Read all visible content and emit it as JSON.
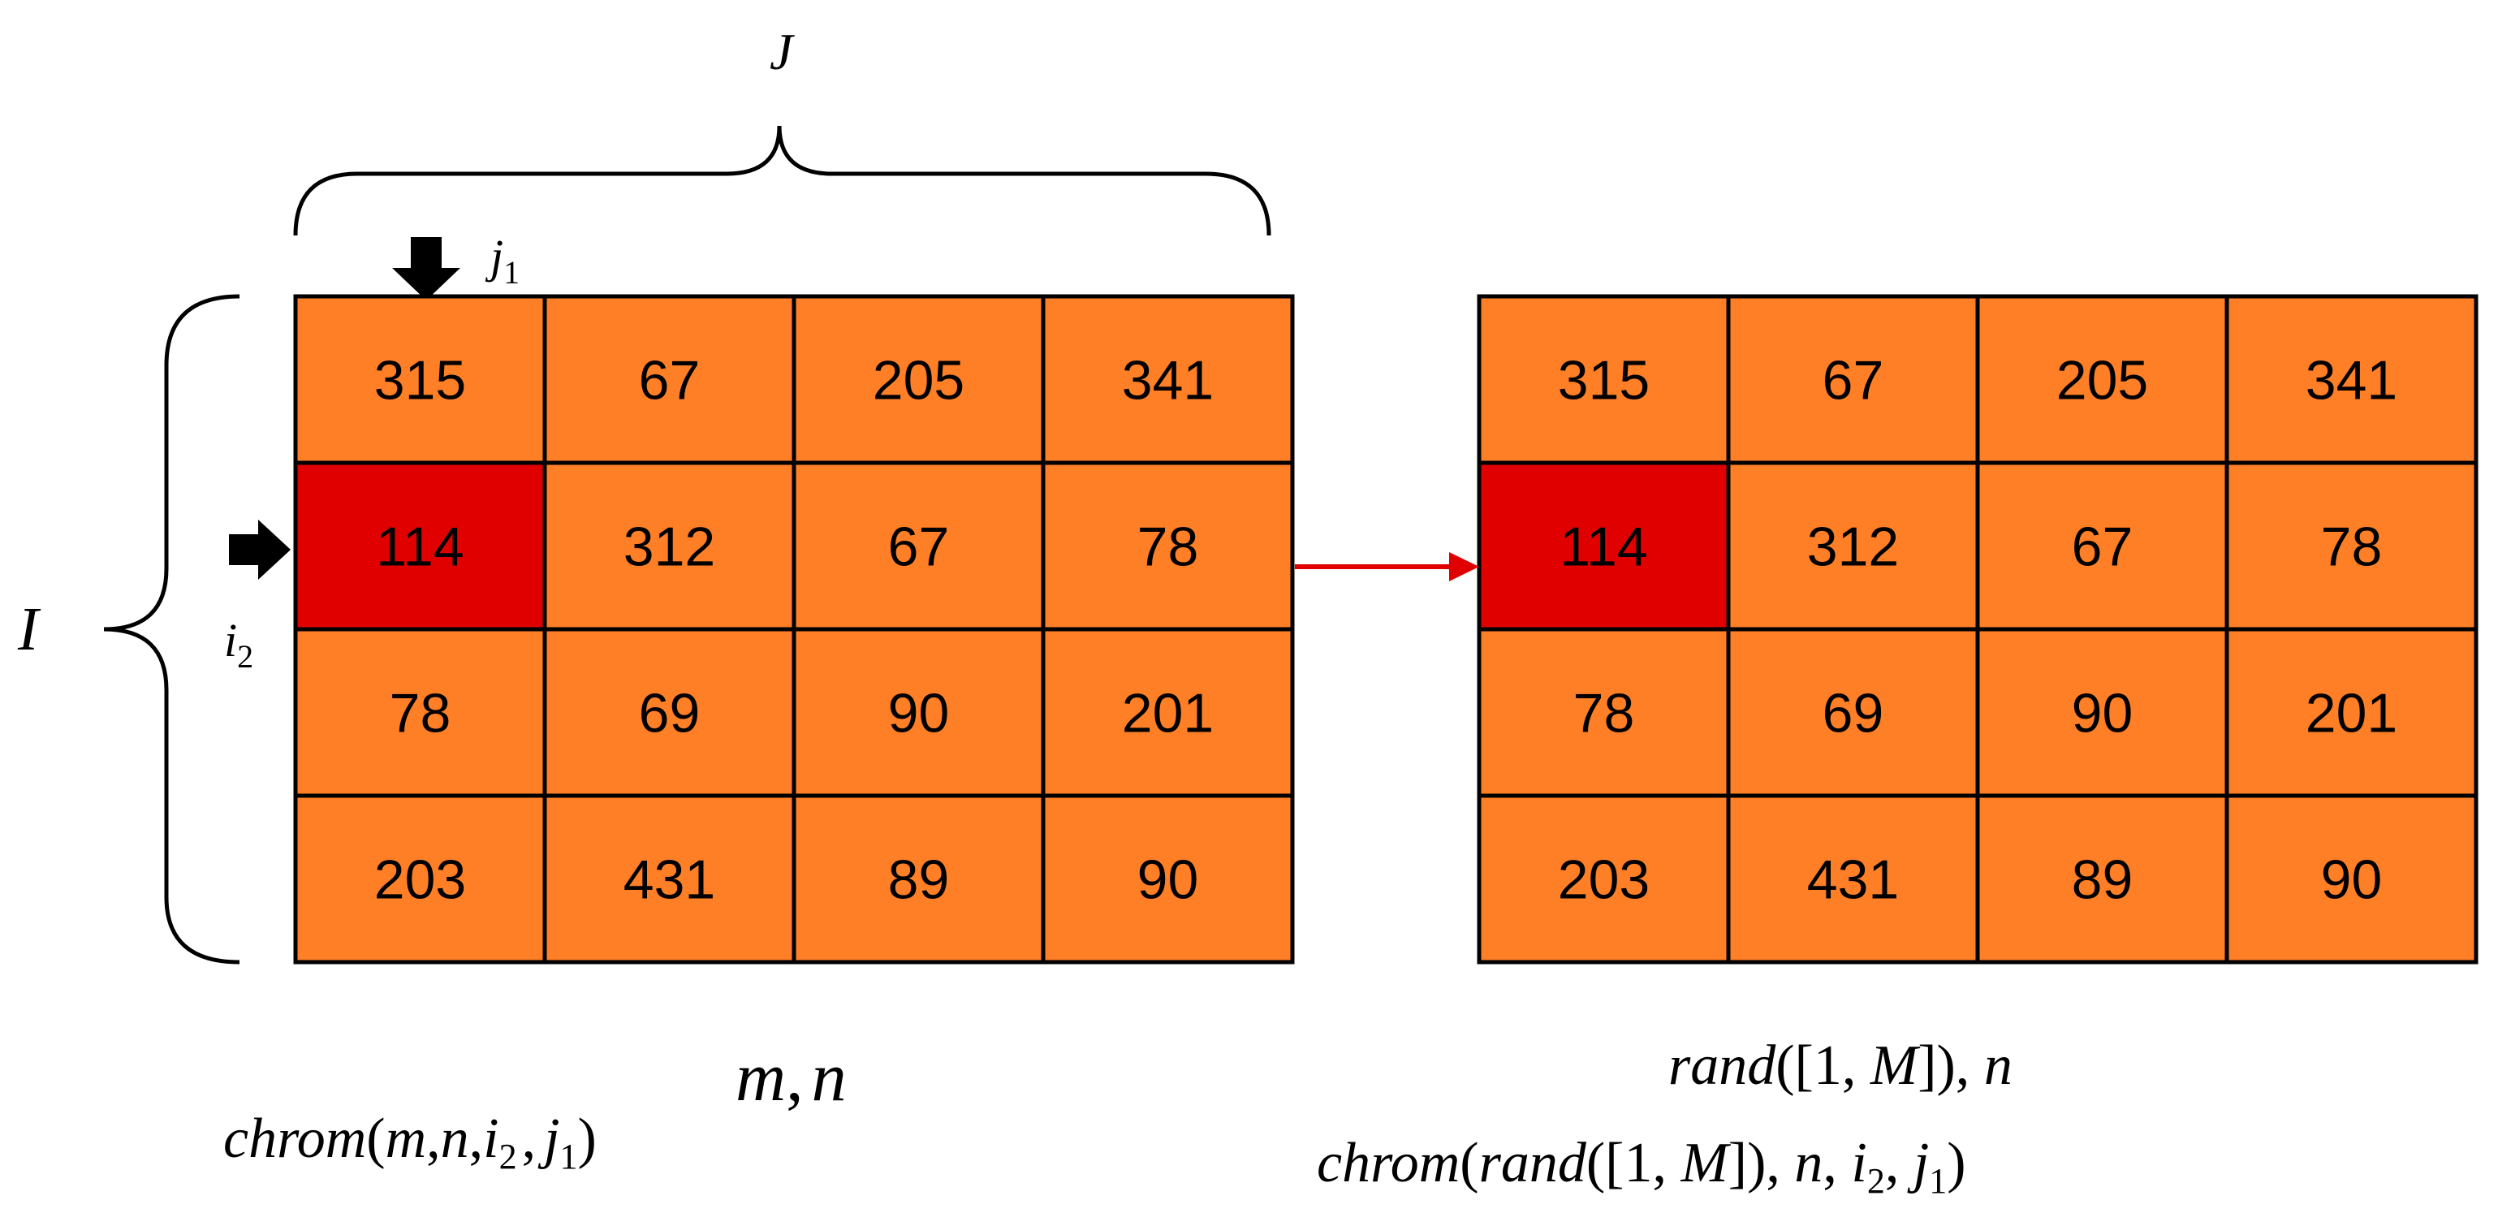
{
  "colors": {
    "cell_fill": "#FF7F27",
    "highlight_fill": "#E00000",
    "grid_line": "#000000",
    "connector_arrow": "#E00000",
    "pointer_arrow": "#000000"
  },
  "labels": {
    "J": "J",
    "I": "I",
    "j": "j",
    "j_sub": "1",
    "i": "i",
    "i_sub": "2"
  },
  "matrices": [
    {
      "name": "before",
      "highlight": {
        "row": 1,
        "col": 0
      },
      "rows": [
        [
          "315",
          "67",
          "205",
          "341"
        ],
        [
          "114",
          "312",
          "67",
          "78"
        ],
        [
          "78",
          "69",
          "90",
          "201"
        ],
        [
          "203",
          "431",
          "89",
          "90"
        ]
      ]
    },
    {
      "name": "after",
      "highlight": {
        "row": 1,
        "col": 0
      },
      "rows": [
        [
          "315",
          "67",
          "205",
          "341"
        ],
        [
          "114",
          "312",
          "67",
          "78"
        ],
        [
          "78",
          "69",
          "90",
          "201"
        ],
        [
          "203",
          "431",
          "89",
          "90"
        ]
      ]
    }
  ],
  "captions": {
    "left_top": {
      "t1": "m",
      "t2": ",",
      "t3": "n"
    },
    "left_bottom": {
      "t1": "chrom",
      "t2": "(",
      "t3": "m",
      "t4": ",",
      "t5": "n",
      "t6": ",",
      "t7": "i",
      "t8": "2",
      "t9": ",",
      "t10": "j",
      "t11": "1",
      "t12": ")"
    },
    "right_top": {
      "t1": "rand",
      "t2": "([1, ",
      "t3": "M",
      "t4": "]), ",
      "t5": "n"
    },
    "right_bottom": {
      "t1": "chrom",
      "t2": "(",
      "t3": "rand",
      "t4": "([1, ",
      "t5": "M",
      "t6": "]), ",
      "t7": "n",
      "t8": ", ",
      "t9": "i",
      "t10": "2",
      "t11": ", ",
      "t12": "j",
      "t13": "1",
      "t14": ")"
    }
  }
}
